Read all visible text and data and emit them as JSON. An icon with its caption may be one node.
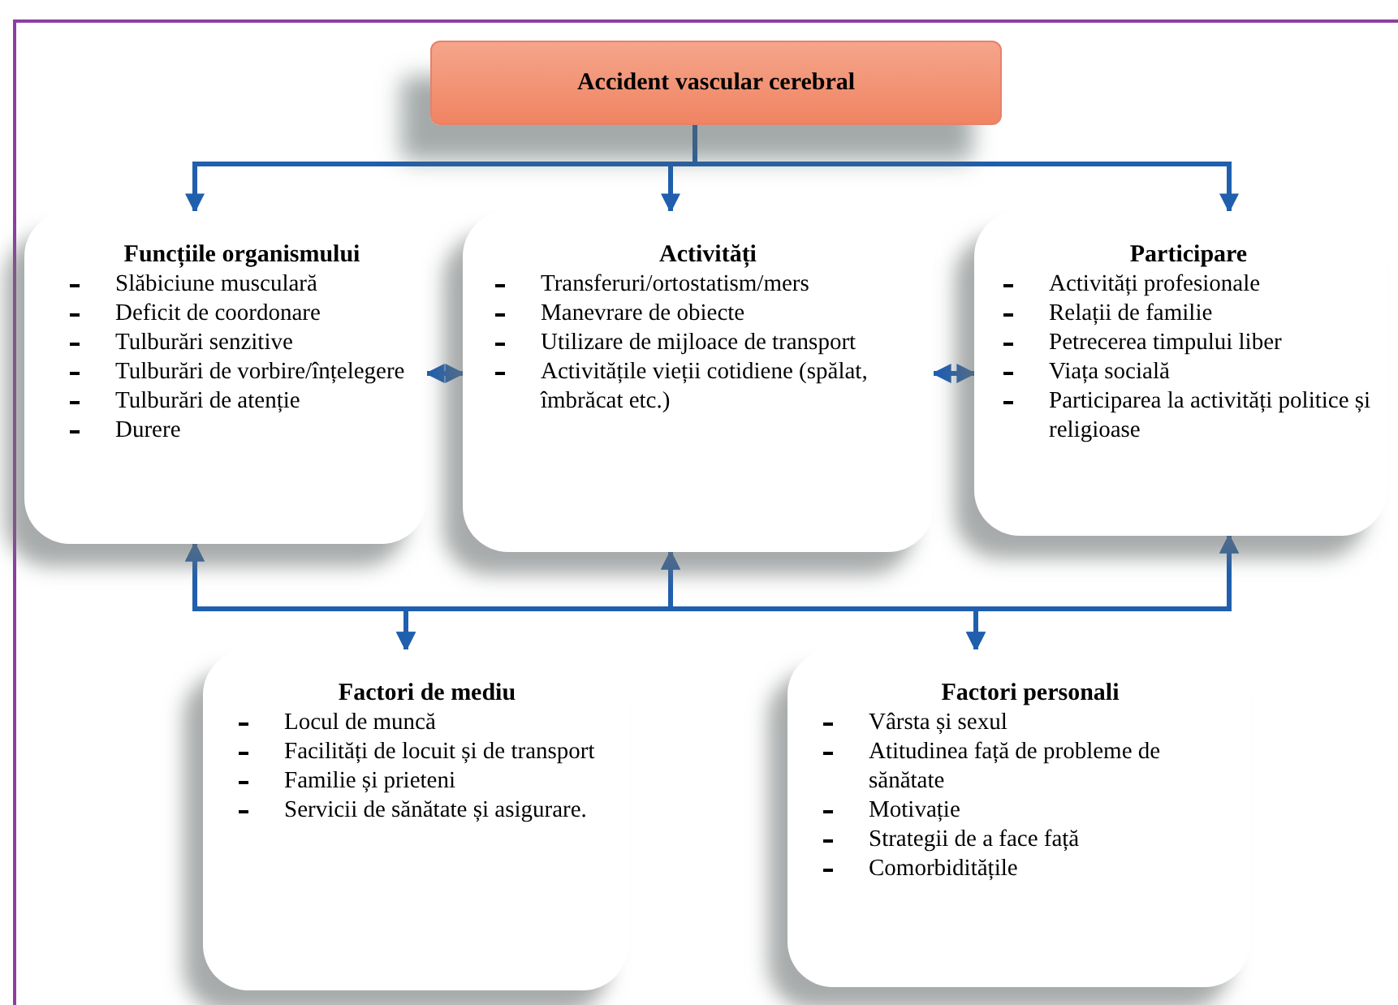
{
  "diagram": {
    "nodes": [
      {
        "text": [
          "Accident vascular cerebral"
        ]
      },
      {
        "text": [
          "Funcțiile organismului",
          "Slăbiciune musculară",
          "Deficit de coordonare",
          "Tulburări senzitive",
          "Tulburări de vorbire/înțelegere",
          "Tulburări de atenție",
          "Durere"
        ]
      },
      {
        "text": [
          "Activități",
          "Transferuri/ortostatism/mers",
          "Manevrare de obiecte",
          "Utilizare de mijloace de transport",
          "Activitățile vieții cotidiene (spălat, îmbrăcat etc.)"
        ]
      },
      {
        "text": [
          "Participare",
          "Activități profesionale",
          "Relații de familie",
          "Petrecerea timpului liber",
          "Viața socială",
          "Participarea la activități politice și religioase"
        ]
      },
      {
        "text": [
          "Factori de mediu",
          "Locul de muncă",
          "Facilități de locuit și de transport",
          "Familie și prieteni",
          "Servicii de sănătate și asigurare."
        ]
      },
      {
        "text": [
          "Factori personali",
          "Vârsta și sexul",
          "Atitudinea față de probleme de sănătate",
          "Motivație",
          "Strategii de a face față",
          "Comorbiditățile"
        ]
      }
    ],
    "edges": [
      {
        "from": 0,
        "to": 1,
        "arrow": "to"
      },
      {
        "from": 0,
        "to": 2,
        "arrow": "to"
      },
      {
        "from": 0,
        "to": 3,
        "arrow": "to"
      },
      {
        "from": 1,
        "to": 2,
        "arrow": "both"
      },
      {
        "from": 2,
        "to": 3,
        "arrow": "both"
      },
      {
        "from": 4,
        "to": 1,
        "arrow": "both"
      },
      {
        "from": 4,
        "to": 2,
        "arrow": "both"
      },
      {
        "from": 4,
        "to": 3,
        "arrow": "both"
      },
      {
        "from": 5,
        "to": 1,
        "arrow": "both"
      },
      {
        "from": 5,
        "to": 2,
        "arrow": "both"
      },
      {
        "from": 5,
        "to": 3,
        "arrow": "both"
      }
    ]
  }
}
